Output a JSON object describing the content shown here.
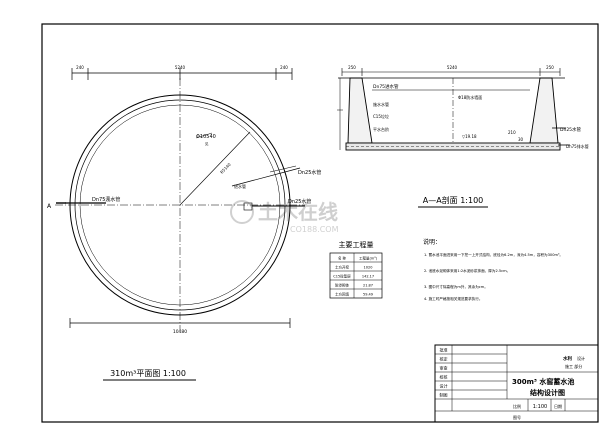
{
  "plan": {
    "dims_top": [
      "240",
      "5240",
      "240"
    ],
    "dim_diameter": "Φ10540",
    "dim_radius": "R5140",
    "dim_bottom": "10480",
    "section_mark": "A",
    "pipe_dn75": "Dn75渢水管",
    "pipe_dn25_left": "Dn25水管",
    "pipe_dn25_right": "Dn25水管",
    "pipe_inlet": "进水管",
    "label_small": "见",
    "caption": "310m³平面图  1:100"
  },
  "section": {
    "dims_top": [
      "250",
      "5240",
      "250"
    ],
    "label_dn75": "Dn75进水管",
    "label_slope": "施水水管",
    "label_c15": "C15垃垃",
    "label_step": "平水台阶",
    "label_top": "Φ18防水墙面",
    "label_level": "▽19.18",
    "label_dn25": "Dn25水管",
    "label_dn75_out": "Dn75排水管",
    "label_bottom_dims": [
      "210",
      "30"
    ],
    "caption": "A—A剖面  1:100"
  },
  "quantities": {
    "title": "主要工程量",
    "header": [
      "名  称",
      "工程量(m³)"
    ],
    "rows": [
      [
        "土方开挖",
        "1020"
      ],
      [
        "C15砼垫层",
        "142.17"
      ],
      [
        "防渗砌体",
        "21.87"
      ],
      [
        "土方回填",
        "59.49"
      ]
    ]
  },
  "notes": {
    "title": "说明：",
    "items": [
      "1.  蓄水池平面进采用一下挖一上开式结构，底径为6.2m，深为4.5m，容积为300m³。",
      "2.  池底水泥砌体采用1:2水泥砂浆抹面，厚为2.5cm。",
      "3.  图中尺寸除高程为m外，其余为cm。",
      "4.  施工时严格按相关规范要求执行。"
    ]
  },
  "titleblock": {
    "left_labels": [
      "批准",
      "核定",
      "审查",
      "校核",
      "设计",
      "制图"
    ],
    "right_top": [
      "设计",
      "施工  部分"
    ],
    "right_top_prefix": "水利",
    "title_line1": "300m³  水窖蓄水池",
    "title_line2": "结构设计图",
    "scale_label": "比例",
    "scale_value": "1:100",
    "date_label": "日期",
    "drawing_no_label": "图号"
  },
  "watermark": {
    "main": "土木在线",
    "sub": "CO188.COM"
  }
}
